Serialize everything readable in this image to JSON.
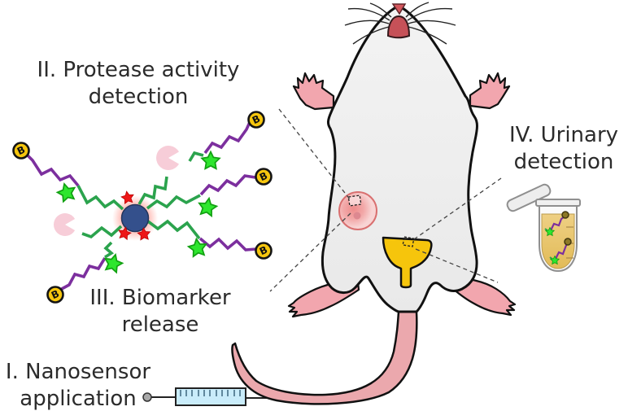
{
  "figure": {
    "title_hint": "Nanosensor urinary protease detection scheme",
    "steps": {
      "step1": {
        "line1": "I. Nanosensor",
        "line2": "application"
      },
      "step2": {
        "line1": "II. Protease activity",
        "line2": "detection"
      },
      "step3": {
        "line1": "III. Biomarker",
        "line2": "release"
      },
      "step4": {
        "line1": "IV. Urinary",
        "line2": "detection"
      }
    },
    "nanosensor": {
      "biotin_label": "B",
      "core_color": "#34508c",
      "substrate_color": "#2ba34d",
      "linker_color": "#7c2f9e",
      "reporter_star_color": "#2ee62e",
      "core_star_color": "#ee1717",
      "biotin_fill": "#f6c60e",
      "protease_color": "#f7cdd8"
    },
    "mouse": {
      "body_color": "#efefef",
      "skin_color": "#f2a6ae",
      "nose_color": "#c65158"
    },
    "tumor": {
      "stroke": "#d97070",
      "inner_dot": "#dd8890"
    },
    "bladder": {
      "fill": "#f6c50c"
    },
    "syringe": {
      "barrel_color": "#c9ecfa"
    },
    "tube": {
      "liquid_color": "#e9c66d",
      "fragment_ball_color": "#8d7826"
    }
  }
}
